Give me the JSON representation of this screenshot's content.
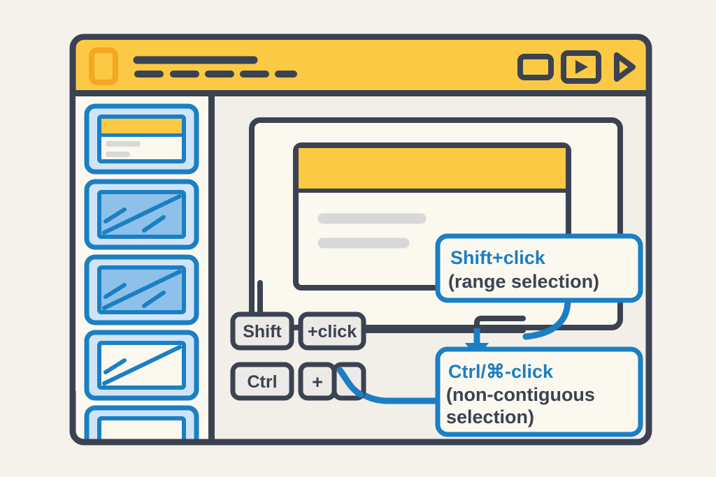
{
  "page": {
    "background_color": "#f5f2ec",
    "title": "Slide selection keyboard shortcuts illustration"
  },
  "colors": {
    "outline_dark": "#3b4252",
    "yellow": "#fbc944",
    "yellow_logo": "#f5a623",
    "blue": "#1b7fc4",
    "blue_fill": "#8ec1ea",
    "blue_light": "#cfe4f7",
    "paper": "#fbf8ef",
    "content_bg": "#f2efe9",
    "key_bg": "#eceae6",
    "placeholder_gray": "#d8d8d8"
  },
  "window": {
    "header": {
      "logo_icon": "app-logo-icon",
      "title_bar_long_line": "————————",
      "menu_dashes": [
        "—",
        "—",
        "—",
        "—",
        "—"
      ],
      "toolbar_icons": [
        {
          "name": "rectangle-icon",
          "label": "Rectangle"
        },
        {
          "name": "video-frame-play-icon",
          "label": "Play in frame"
        },
        {
          "name": "play-triangle-icon",
          "label": "Present"
        }
      ]
    },
    "sidebar": {
      "name": "slide-thumbnail-panel",
      "thumbnails": [
        {
          "index": 1,
          "state": "normal",
          "type": "title-slide",
          "selected": false
        },
        {
          "index": 2,
          "state": "selected",
          "type": "image-slide",
          "selected": true
        },
        {
          "index": 3,
          "state": "selected",
          "type": "image-slide",
          "selected": true
        },
        {
          "index": 4,
          "state": "normal",
          "type": "image-slide",
          "selected": false
        },
        {
          "index": 5,
          "state": "normal",
          "type": "partial-slide",
          "selected": false
        }
      ]
    },
    "canvas": {
      "name": "slide-canvas",
      "slide": {
        "header_band_color": "#fbc944",
        "text_lines": 2
      }
    }
  },
  "keys": {
    "row1": [
      {
        "name": "shift-key",
        "label": "Shift"
      },
      {
        "name": "plus-click-key",
        "label": "+click"
      }
    ],
    "row2": [
      {
        "name": "ctrl-key",
        "label": "Ctrl"
      },
      {
        "name": "plus-key",
        "label": "+"
      },
      {
        "name": "mouse-click-key",
        "label": ""
      }
    ]
  },
  "callouts": [
    {
      "name": "shift-click-callout",
      "title": "Shift+click",
      "subtitle": "(range selection)",
      "title_color": "#1b7fc4",
      "subtitle_color": "#3b4252"
    },
    {
      "name": "ctrl-click-callout",
      "title": "Ctrl/⌘-click",
      "subtitle_line1": "(non-contiguous",
      "subtitle_line2": "selection)",
      "title_color": "#1b7fc4",
      "subtitle_color": "#3b4252"
    }
  ]
}
